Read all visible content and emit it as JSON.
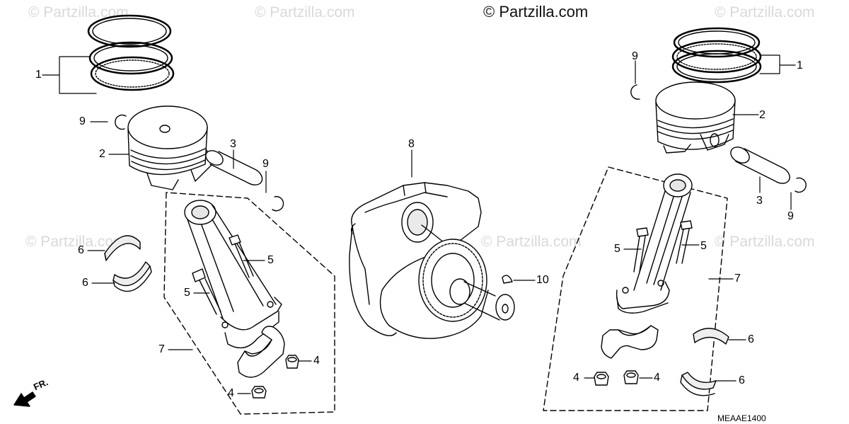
{
  "copyright": "© Partzilla.com",
  "watermark": "© Partzilla.com",
  "diagram_code": "MEAAE1400",
  "direction_label": "FR.",
  "callouts": [
    "1",
    "9",
    "2",
    "3",
    "9",
    "6",
    "6",
    "5",
    "5",
    "7",
    "4",
    "4",
    "8",
    "10",
    "9",
    "1",
    "2",
    "3",
    "9",
    "5",
    "5",
    "7",
    "6",
    "4",
    "4",
    "6"
  ],
  "colors": {
    "line": "#000000",
    "watermark": "#d9d9d9",
    "fill": "#ffffff",
    "shade": "#e6e6e6"
  }
}
